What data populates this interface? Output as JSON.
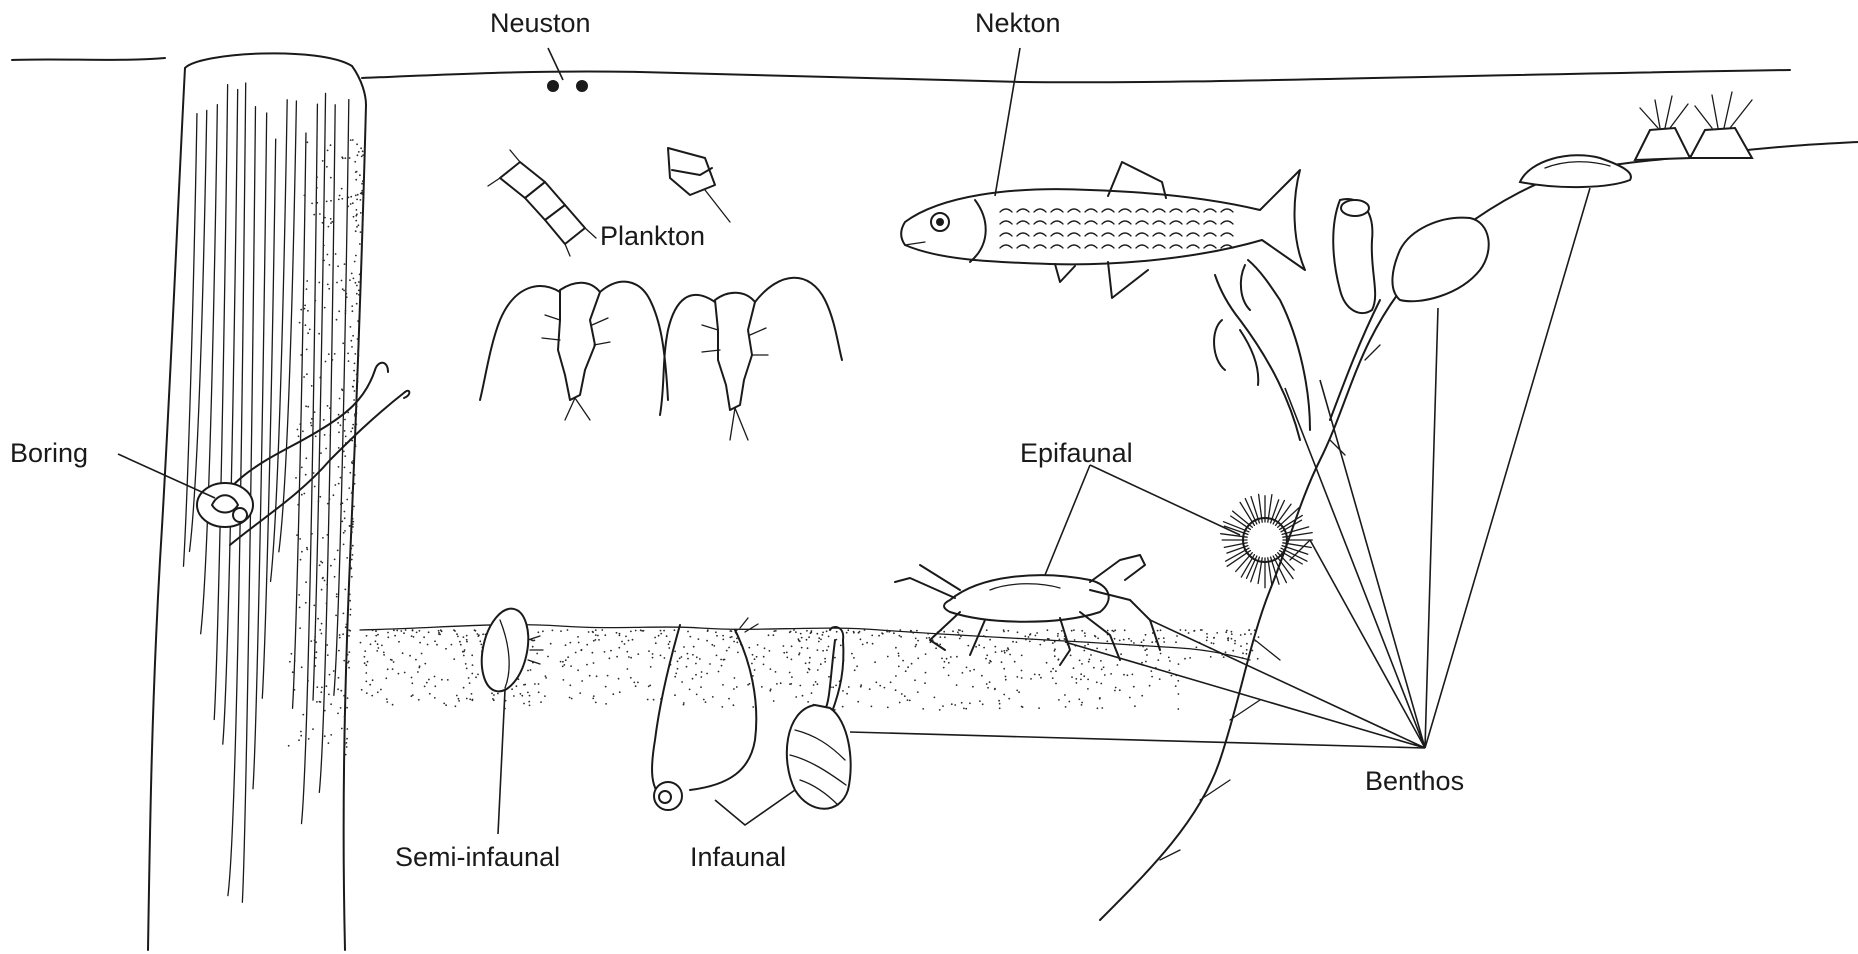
{
  "labels": {
    "neuston": "Neuston",
    "nekton": "Nekton",
    "plankton": "Plankton",
    "boring": "Boring",
    "epifaunal": "Epifaunal",
    "semi_infaunal": "Semi-infaunal",
    "infaunal": "Infaunal",
    "benthos": "Benthos"
  }
}
